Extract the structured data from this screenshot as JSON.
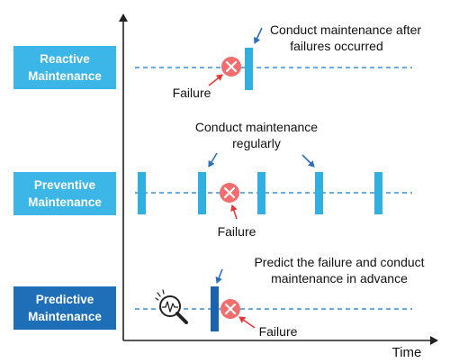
{
  "rows": [
    {
      "label_line1": "Reactive",
      "label_line2": "Maintenance",
      "label_color": "#3bb6e6",
      "annotation_line1": "Conduct maintenance after",
      "annotation_line2": "failures occurred",
      "failure_label": "Failure"
    },
    {
      "label_line1": "Preventive",
      "label_line2": "Maintenance",
      "label_color": "#3bb6e6",
      "annotation_line1": "Conduct maintenance",
      "annotation_line2": "regularly",
      "failure_label": "Failure"
    },
    {
      "label_line1": "Predictive",
      "label_line2": "Maintenance",
      "label_color": "#1f6fb8",
      "annotation_line1": "Predict the failure and conduct",
      "annotation_line2": "maintenance in advance",
      "failure_label": "Failure"
    }
  ],
  "axis": {
    "x_label": "Time"
  },
  "colors": {
    "light_bar": "#2fb0e0",
    "dark_bar": "#1a63b0",
    "dashed_line": "#3a8fd6",
    "failure_fill": "#f26d6d",
    "failure_arrow": "#e53935",
    "annotation_arrow": "#2f6fb8"
  },
  "icons": {
    "failure": "x-circle-icon",
    "predict": "magnifier-pulse-icon"
  }
}
